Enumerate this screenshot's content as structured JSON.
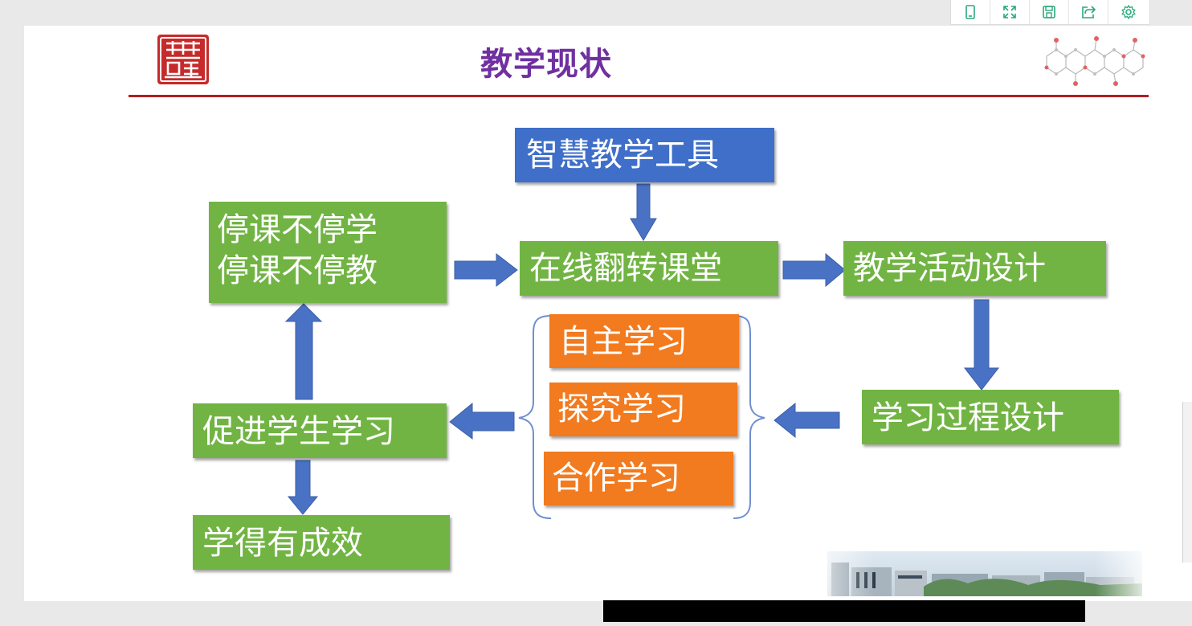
{
  "slide": {
    "title": "教学现状"
  },
  "toolbar": {
    "buttons": [
      {
        "name": "mobile-view",
        "icon": "tablet-icon"
      },
      {
        "name": "fullscreen",
        "icon": "expand-icon"
      },
      {
        "name": "save",
        "icon": "save-icon"
      },
      {
        "name": "share",
        "icon": "share-icon"
      },
      {
        "name": "settings",
        "icon": "gear-icon"
      }
    ],
    "icon_color": "#2aa87a"
  },
  "diagram": {
    "nodes": {
      "tool": "智慧教学工具",
      "pause_line1": "停课不停学",
      "pause_line2": "停课不停教",
      "online": "在线翻转课堂",
      "activity": "教学活动设计",
      "process": "学习过程设计",
      "promote": "促进学生学习",
      "result": "学得有成效",
      "self": "自主学习",
      "explore": "探究学习",
      "coop": "合作学习"
    },
    "edges": [
      {
        "from": "tool",
        "to": "online"
      },
      {
        "from": "pause",
        "to": "online"
      },
      {
        "from": "online",
        "to": "activity"
      },
      {
        "from": "activity",
        "to": "process"
      },
      {
        "from": "process",
        "to": "learning-modes"
      },
      {
        "from": "learning-modes",
        "to": "promote"
      },
      {
        "from": "promote",
        "to": "pause"
      },
      {
        "from": "promote",
        "to": "result"
      }
    ],
    "colors": {
      "green": "#71b443",
      "blue": "#3f6fc9",
      "orange": "#f27a1f",
      "arrow": "#4a72c4",
      "title": "#7030a0",
      "rule": "#b01e23"
    }
  }
}
